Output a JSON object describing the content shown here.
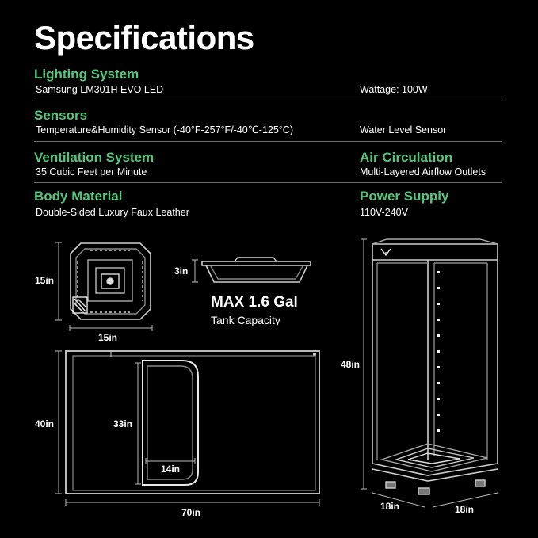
{
  "title": "Specifications",
  "specs": {
    "lighting": {
      "heading": "Lighting System",
      "value": "Samsung LM301H EVO LED",
      "extra": "Wattage: 100W"
    },
    "sensors": {
      "heading": "Sensors",
      "value": "Temperature&Humidity Sensor (-40°F-257°F/-40℃-125°C)",
      "extra": "Water Level Sensor"
    },
    "ventilation": {
      "heading": "Ventilation System",
      "value": "35 Cubic Feet per Minute"
    },
    "air": {
      "heading": "Air Circulation",
      "value": "Multi-Layered Airflow Outlets"
    },
    "body": {
      "heading": "Body Material",
      "value": "Double-Sided Luxury Faux Leather"
    },
    "power": {
      "heading": "Power Supply",
      "value": "110V-240V"
    }
  },
  "dimensions": {
    "top_depth": "15in",
    "top_width": "15in",
    "tank_height": "3in",
    "tank_capacity": "MAX 1.6 Gal",
    "tank_caption": "Tank Capacity",
    "flat_height": "40in",
    "flat_width": "70in",
    "window_height": "33in",
    "window_width": "14in",
    "tent_height": "48in",
    "tent_width": "18in",
    "tent_depth": "18in"
  }
}
